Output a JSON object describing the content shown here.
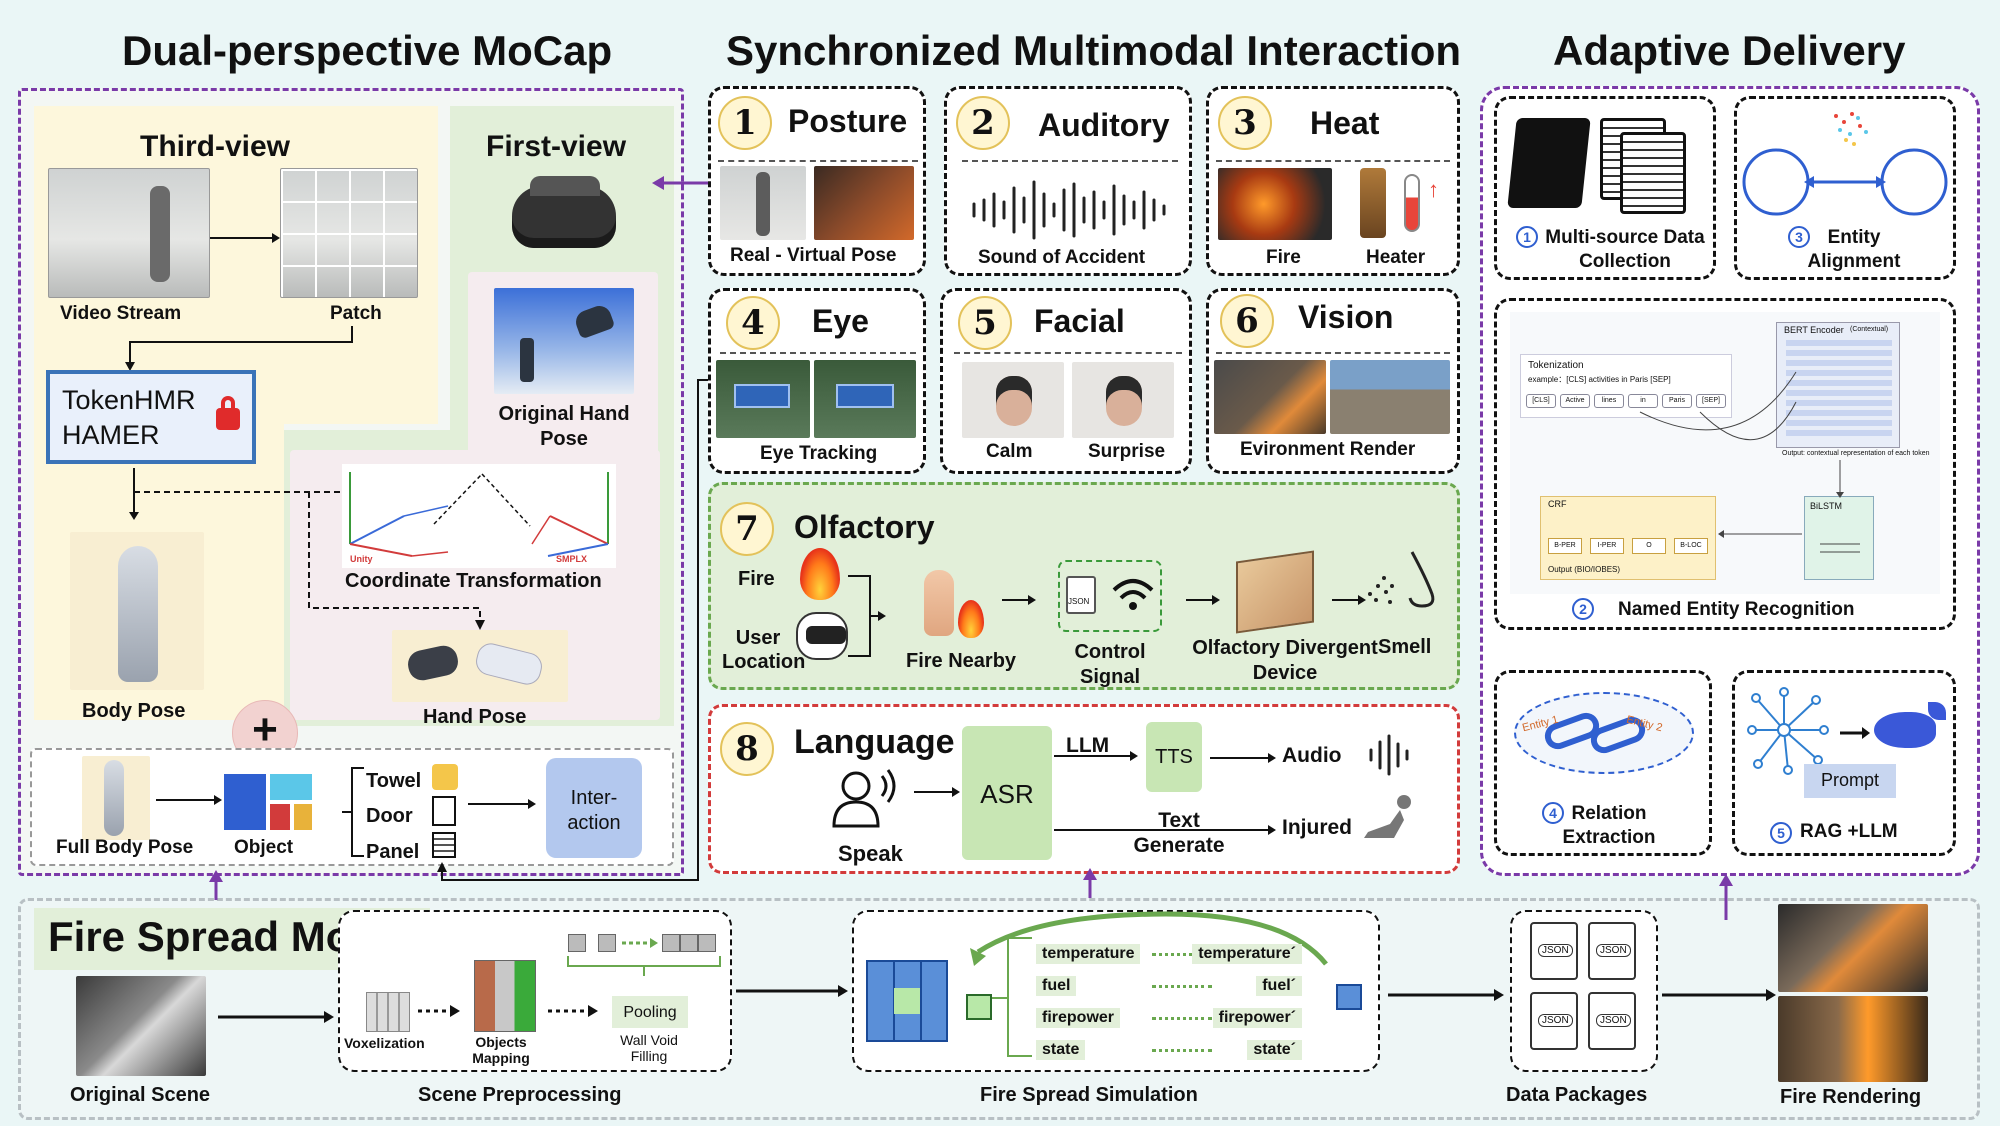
{
  "headings": {
    "left": "Dual-perspective MoCap",
    "middle": "Synchronized Multimodal Interaction",
    "right": "Adaptive Delivery"
  },
  "mocap": {
    "third_view": "Third-view",
    "first_view": "First-view",
    "video_stream": "Video Stream",
    "patch": "Patch",
    "model_line1": "TokenHMR",
    "model_line2": "HAMER",
    "body_pose": "Body Pose",
    "original_hand_pose": "Original Hand Pose",
    "coordinate_transformation": "Coordinate Transformation",
    "axis_left": "Unity",
    "axis_right": "SMPLX",
    "hand_pose": "Hand Pose",
    "plus": "+",
    "full_body_pose": "Full Body Pose",
    "object": "Object",
    "objects": [
      "Towel",
      "Door",
      "Panel"
    ],
    "interaction": "Inter-action"
  },
  "modalities": [
    {
      "num": "1",
      "title": "Posture",
      "caption": "Real - Virtual Pose"
    },
    {
      "num": "2",
      "title": "Auditory",
      "caption": "Sound of Accident"
    },
    {
      "num": "3",
      "title": "Heat",
      "caption_left": "Fire",
      "caption_right": "Heater"
    },
    {
      "num": "4",
      "title": "Eye",
      "caption": "Eye Tracking"
    },
    {
      "num": "5",
      "title": "Facial",
      "caption_left": "Calm",
      "caption_right": "Surprise"
    },
    {
      "num": "6",
      "title": "Vision",
      "caption": "Evironment Render"
    }
  ],
  "olfactory": {
    "num": "7",
    "title": "Olfactory",
    "fire": "Fire",
    "user_location": "User Location",
    "fire_nearby": "Fire Nearby",
    "json": "JSON",
    "control_signal": "Control Signal",
    "device": "Olfactory Divergent Device",
    "smell": "Smell"
  },
  "language": {
    "num": "8",
    "title": "Language",
    "speak": "Speak",
    "asr": "ASR",
    "llm": "LLM",
    "tts": "TTS",
    "audio": "Audio",
    "text_generate": "Text Generate",
    "injured": "Injured"
  },
  "delivery": {
    "multi_source_num": "1",
    "multi_source": "Multi-source Data Collection",
    "alignment_num": "3",
    "alignment": "Entity Alignment",
    "ner_num": "2",
    "ner": "Named Entity Recognition",
    "ner_tokenization": "Tokenization",
    "ner_example": "example：[CLS] activities in Paris [SEP]",
    "ner_tokens": [
      "[CLS]",
      "Active",
      "lines",
      "in",
      "Paris",
      "[SEP]"
    ],
    "ner_bert": "BERT Encoder",
    "ner_bert_tag": "(Contextual)",
    "ner_output": "Output: contextual representation of each token",
    "ner_crf": "CRF",
    "ner_crf_tags": [
      "B-PER",
      "I-PER",
      "O",
      "B-LOC"
    ],
    "ner_crf_output": "Output (BIO/IOBES)",
    "ner_bilstm": "BiLSTM",
    "relation_num": "4",
    "relation": "Relation Extraction",
    "entity1": "Entity 1",
    "entity2": "Entity 2",
    "rag_num": "5",
    "rag": "RAG +LLM",
    "prompt": "Prompt"
  },
  "fire_model": {
    "title": "Fire Spread Model",
    "original_scene": "Original Scene",
    "voxelization": "Voxelization",
    "objects_mapping": "Objects Mapping",
    "pooling": "Pooling",
    "wall_void_filling": "Wall Void Filling",
    "scene_preprocessing": "Scene Preprocessing",
    "params": [
      {
        "from": "temperature",
        "to": "temperature´"
      },
      {
        "from": "fuel",
        "to": "fuel´"
      },
      {
        "from": "firepower",
        "to": "firepower´"
      },
      {
        "from": "state",
        "to": "state´"
      }
    ],
    "simulation": "Fire Spread Simulation",
    "json": "JSON",
    "data_packages": "Data Packages",
    "fire_rendering": "Fire Rendering"
  },
  "colors": {
    "purple": "#7a3aa8",
    "red": "#d23b3b",
    "green_panel": "#e2efd9",
    "yellow_panel": "#fdf7dc",
    "blue_box": "#3a73b8",
    "interaction_box": "#b3c8ee",
    "asr_box": "#c8e6b4"
  }
}
